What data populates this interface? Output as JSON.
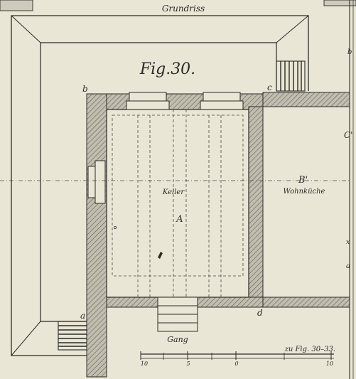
{
  "plate": {
    "caption_top": "Grundriss",
    "figure_title": "Fig.30.",
    "scale_note": "zu Fig. 30–33."
  },
  "labels": {
    "corner_b": "b",
    "corner_c": "c",
    "corner_a": "a",
    "corner_d": "d",
    "room_keller": "Keller",
    "point_A": "A",
    "point_B": "B'",
    "room_wohnkuche": "Wohnküche",
    "room_gang": "Gang",
    "edge_b": "b",
    "edge_C": "C'",
    "edge_x": "x",
    "edge_a": "a"
  },
  "scale_bar": {
    "ticks": [
      "10",
      "5",
      "0",
      "10"
    ]
  },
  "colors": {
    "paper": "#e9e6d6",
    "ink": "#2b2a26",
    "wall_fill": "#b9b5a6",
    "hatch": "#55534b"
  }
}
